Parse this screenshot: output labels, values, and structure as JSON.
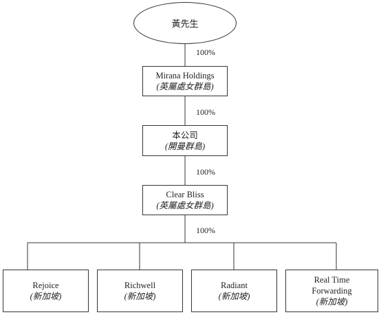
{
  "owner": {
    "name": "黃先生"
  },
  "levels": [
    {
      "name": "Mirana Holdings",
      "jurisdiction": "(英屬處女群島)",
      "stake": "100%"
    },
    {
      "name": "本公司",
      "jurisdiction": "(開曼群島)",
      "stake": "100%"
    },
    {
      "name": "Clear Bliss",
      "jurisdiction": "(英屬處女群島)",
      "stake": "100%"
    }
  ],
  "subsidiaries_stake": "100%",
  "subsidiaries": [
    {
      "name": "Rejoice",
      "jurisdiction": "(新加坡)"
    },
    {
      "name": "Richwell",
      "jurisdiction": "(新加坡)"
    },
    {
      "name": "Radiant",
      "jurisdiction": "(新加坡)"
    },
    {
      "name": "Real Time Forwarding",
      "line1": "Real Time",
      "line2": "Forwarding",
      "jurisdiction": "(新加坡)"
    }
  ]
}
